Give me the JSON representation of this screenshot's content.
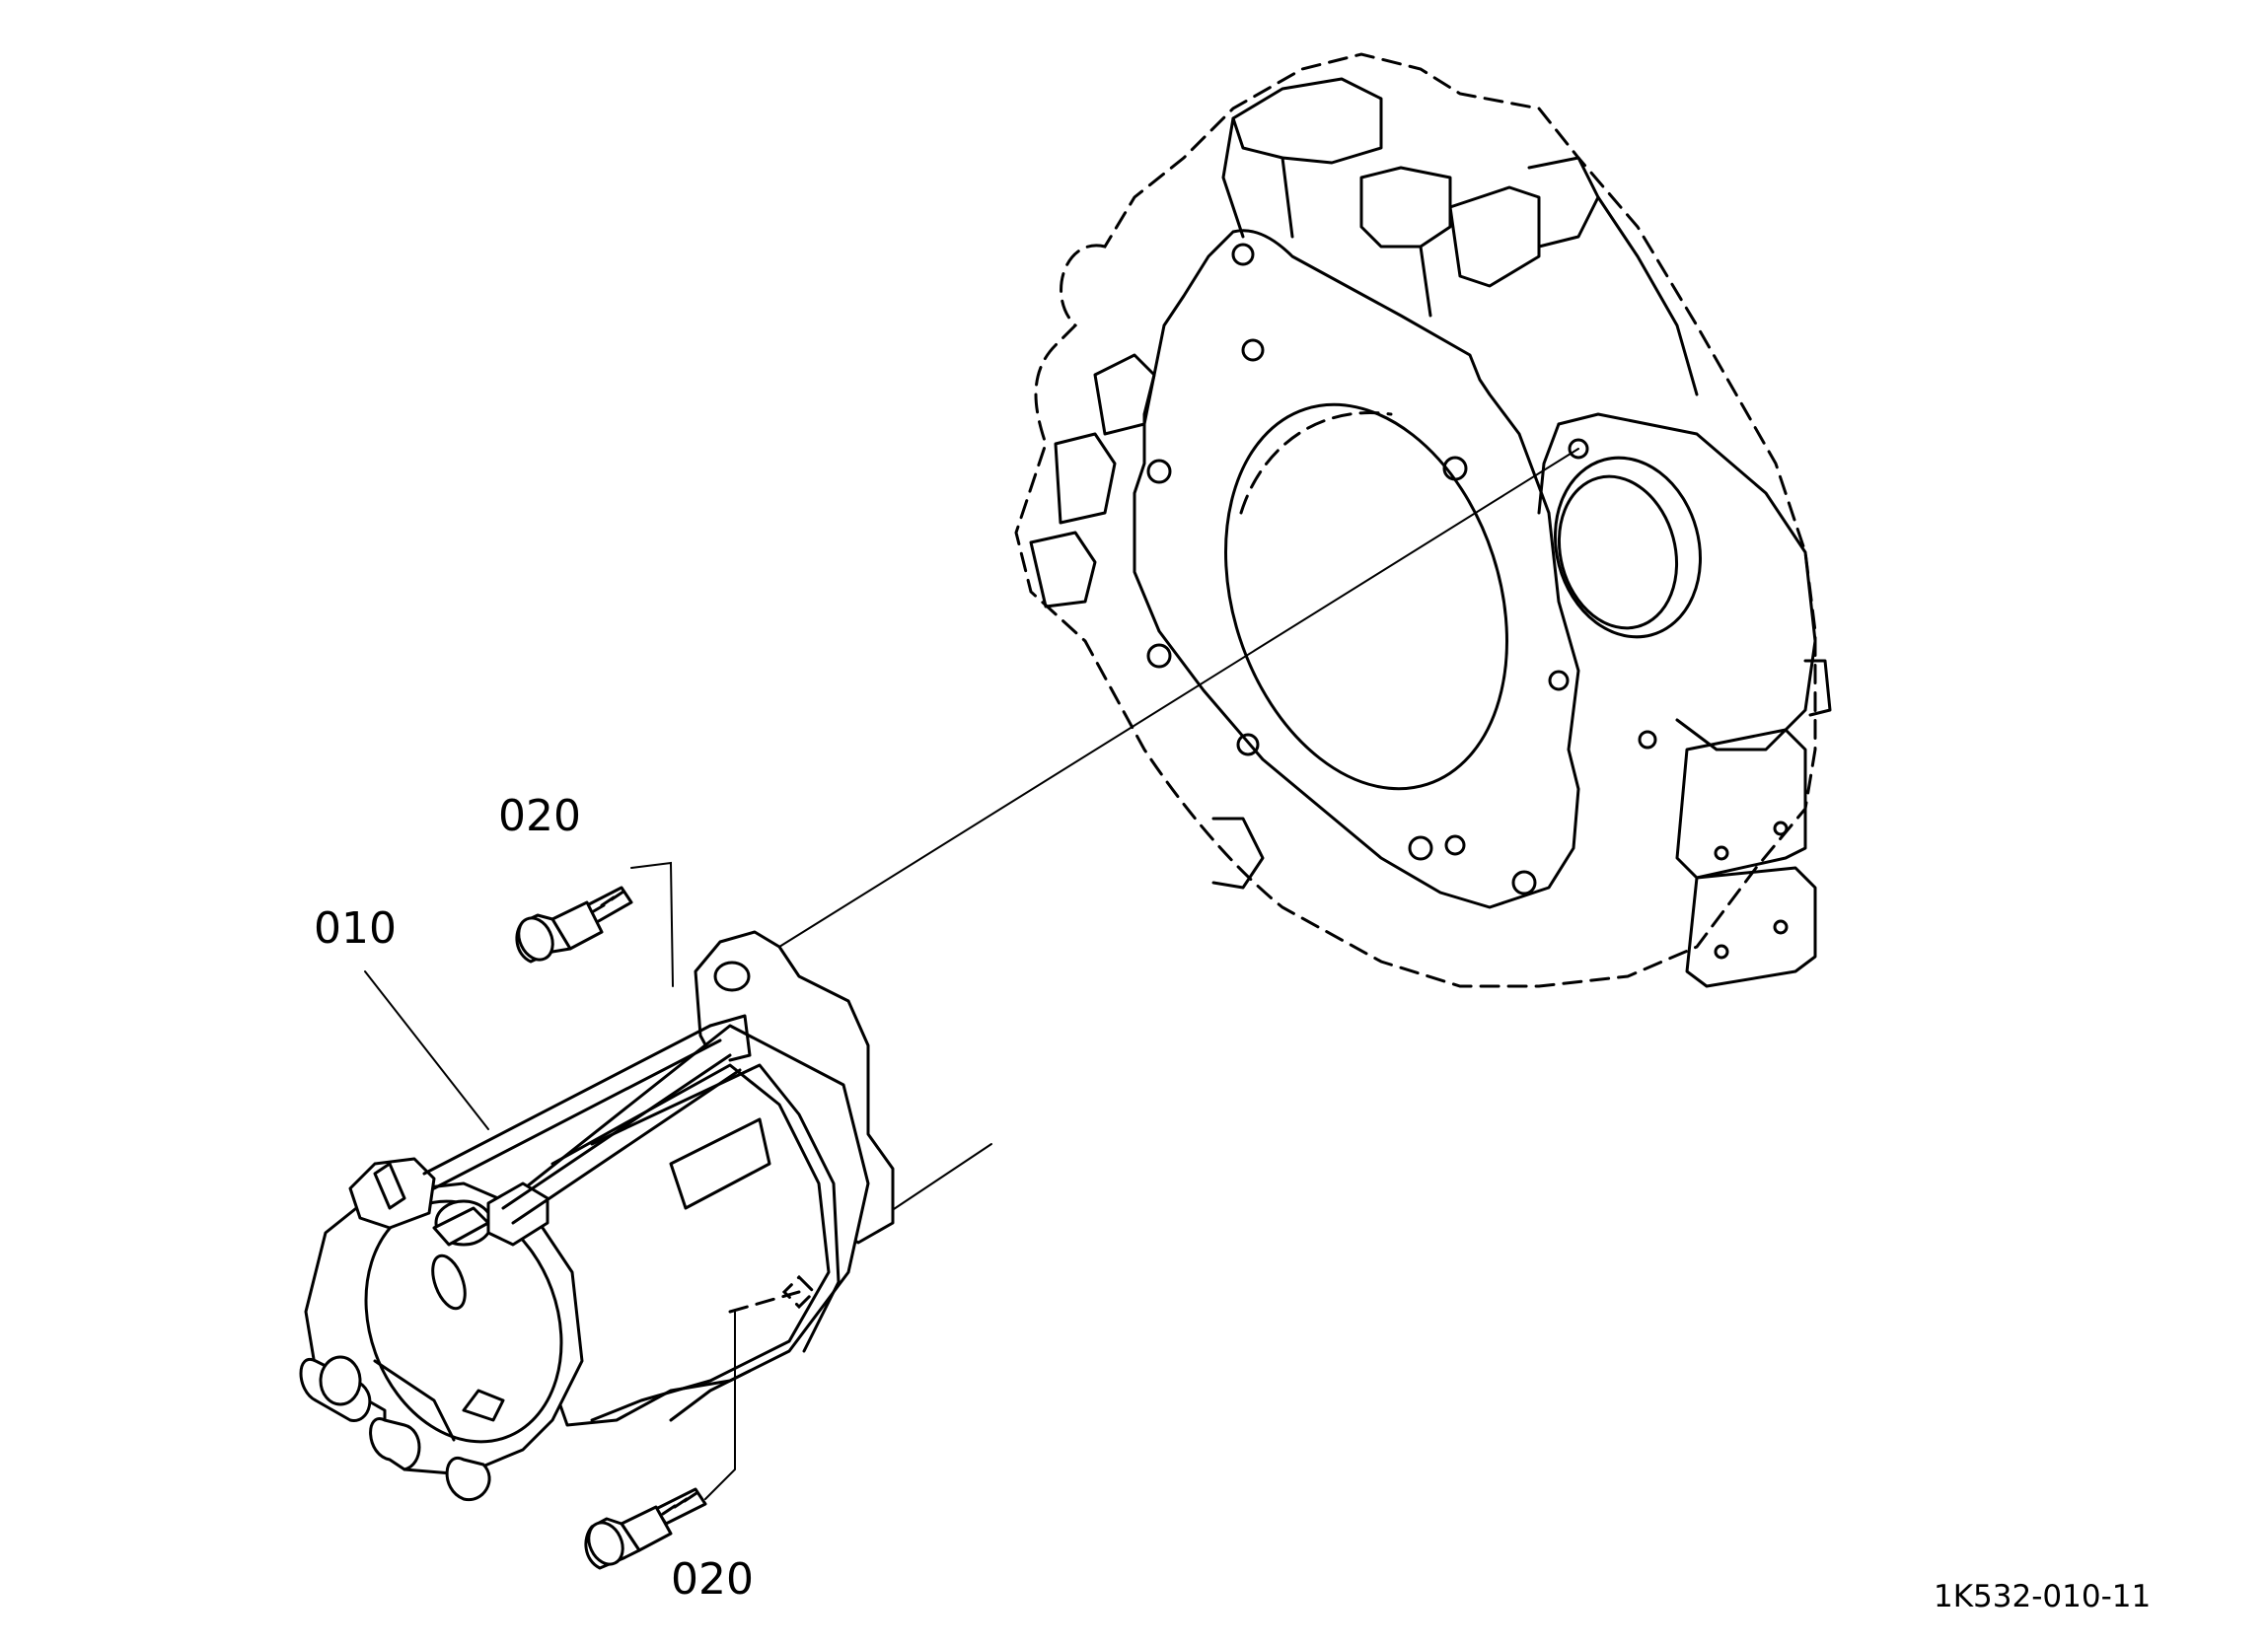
{
  "callouts": {
    "starter": "010",
    "bolt_upper": "020",
    "bolt_lower": "020"
  },
  "drawing_ref": "1K532-010-11"
}
